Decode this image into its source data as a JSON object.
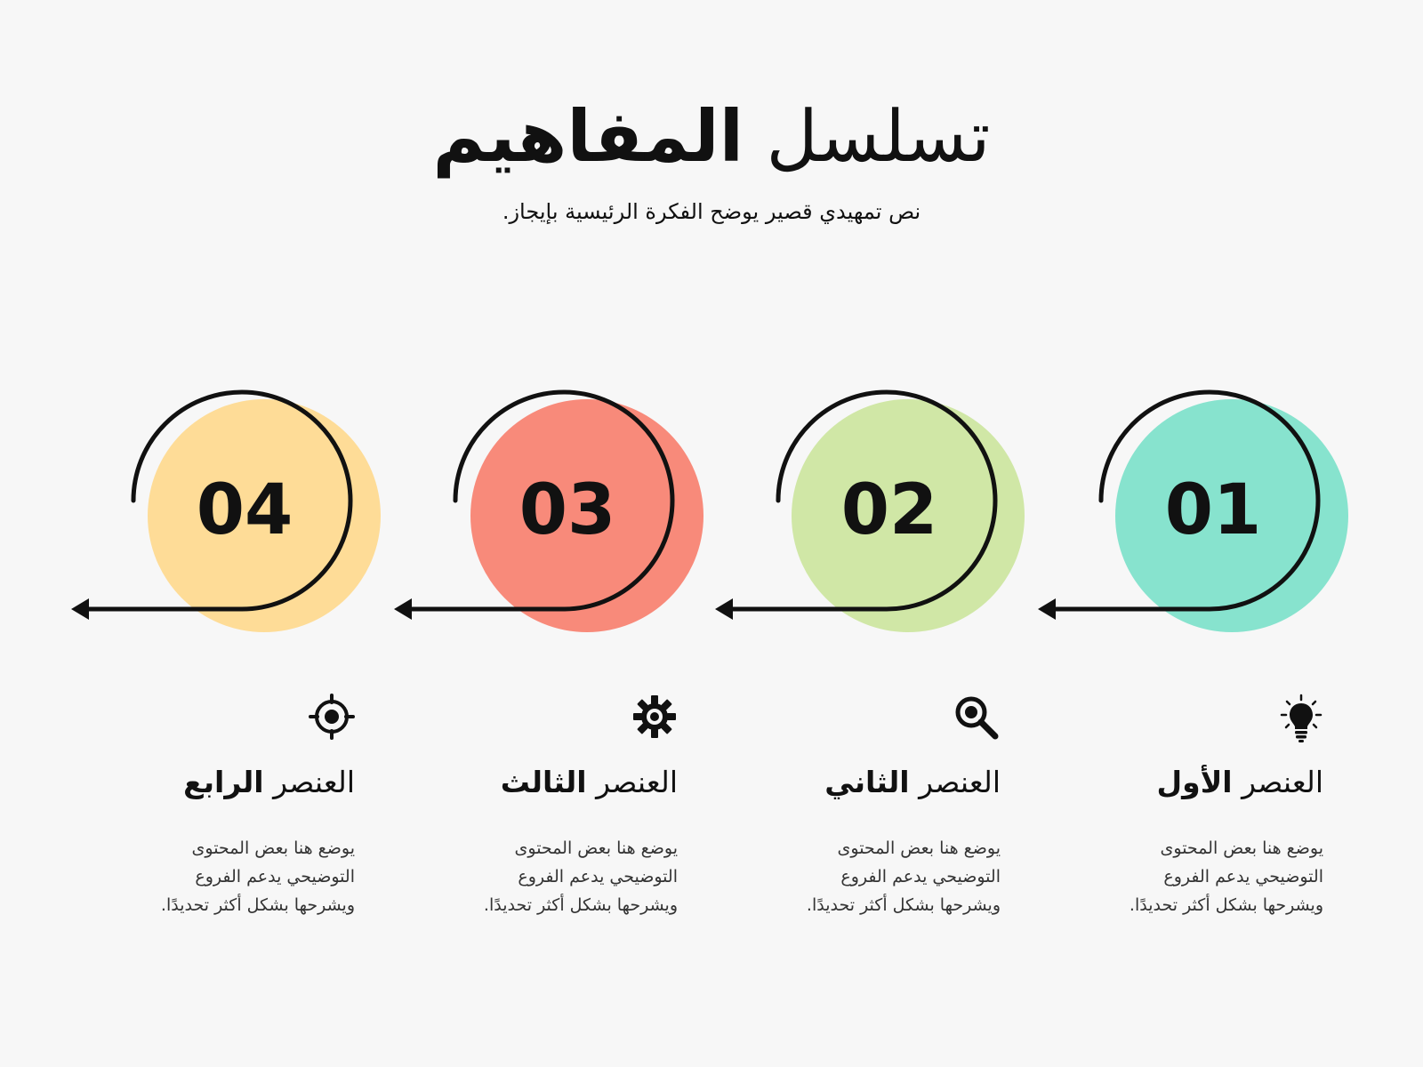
{
  "header": {
    "title_light": "تسلسل ",
    "title_bold": "المفاهيم",
    "subtitle": "نص تمهيدي قصير يوضح الفكرة الرئيسية بإيجاز."
  },
  "colors": {
    "background": "#f7f7f7",
    "step1": "#87e3ce",
    "step2": "#d0e7a6",
    "step3": "#f88a7a",
    "step4": "#fedc97",
    "ink": "#111111"
  },
  "steps": [
    {
      "number": "01",
      "icon": "lightbulb-icon",
      "title_light": "العنصر ",
      "title_bold": "الأول",
      "desc": [
        "يوضع هنا بعض المحتوى",
        "التوضيحي يدعم الفروع",
        "ويشرحها بشكل أكثر تحديدًا."
      ]
    },
    {
      "number": "02",
      "icon": "magnifier-icon",
      "title_light": "العنصر ",
      "title_bold": "الثاني",
      "desc": [
        "يوضع هنا بعض المحتوى",
        "التوضيحي يدعم الفروع",
        "ويشرحها بشكل أكثر تحديدًا."
      ]
    },
    {
      "number": "03",
      "icon": "gear-icon",
      "title_light": "العنصر ",
      "title_bold": "الثالث",
      "desc": [
        "يوضع هنا بعض المحتوى",
        "التوضيحي يدعم الفروع",
        "ويشرحها بشكل أكثر تحديدًا."
      ]
    },
    {
      "number": "04",
      "icon": "target-icon",
      "title_light": "العنصر ",
      "title_bold": "الرابع",
      "desc": [
        "يوضع هنا بعض المحتوى",
        "التوضيحي يدعم الفروع",
        "ويشرحها بشكل أكثر تحديدًا."
      ]
    }
  ]
}
